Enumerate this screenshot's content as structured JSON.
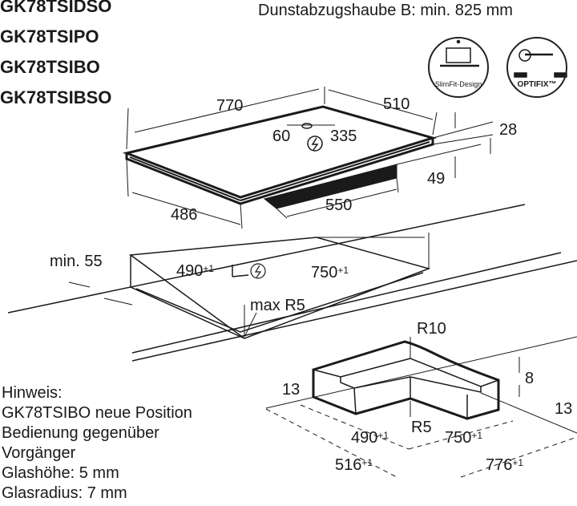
{
  "models": [
    "GK78TSIDSO",
    "GK78TSIPO",
    "GK78TSIBO",
    "GK78TSIBSO"
  ],
  "hood_note": "Dunstabzugshaube B: min. 825 mm",
  "badges": {
    "slimfit": "SlimFit-Design",
    "optifix": "OPTIFIX™"
  },
  "hob_dimensions": {
    "width": "770",
    "depth": "510",
    "conn_offset": "60",
    "conn_distance": "335",
    "thickness": "28",
    "body_height": "49",
    "body_depth": "486",
    "body_width": "550"
  },
  "cutout": {
    "min_front": "min. 55",
    "depth": "490",
    "width": "750",
    "tolerance": "+1",
    "radius": "max R5"
  },
  "flush": {
    "r_outer": "R10",
    "rebate_depth": "8",
    "left_margin": "13",
    "right_margin": "13",
    "inner_depth": "490",
    "inner_width": "750",
    "r_inner": "R5",
    "outer_depth": "516",
    "outer_width": "776",
    "tolerance": "+1"
  },
  "notes": [
    "Hinweis:",
    "GK78TSIBO neue Position",
    "Bedienung gegenüber",
    "Vorgänger",
    "Glashöhe: 5 mm",
    "Glasradius: 7 mm"
  ]
}
